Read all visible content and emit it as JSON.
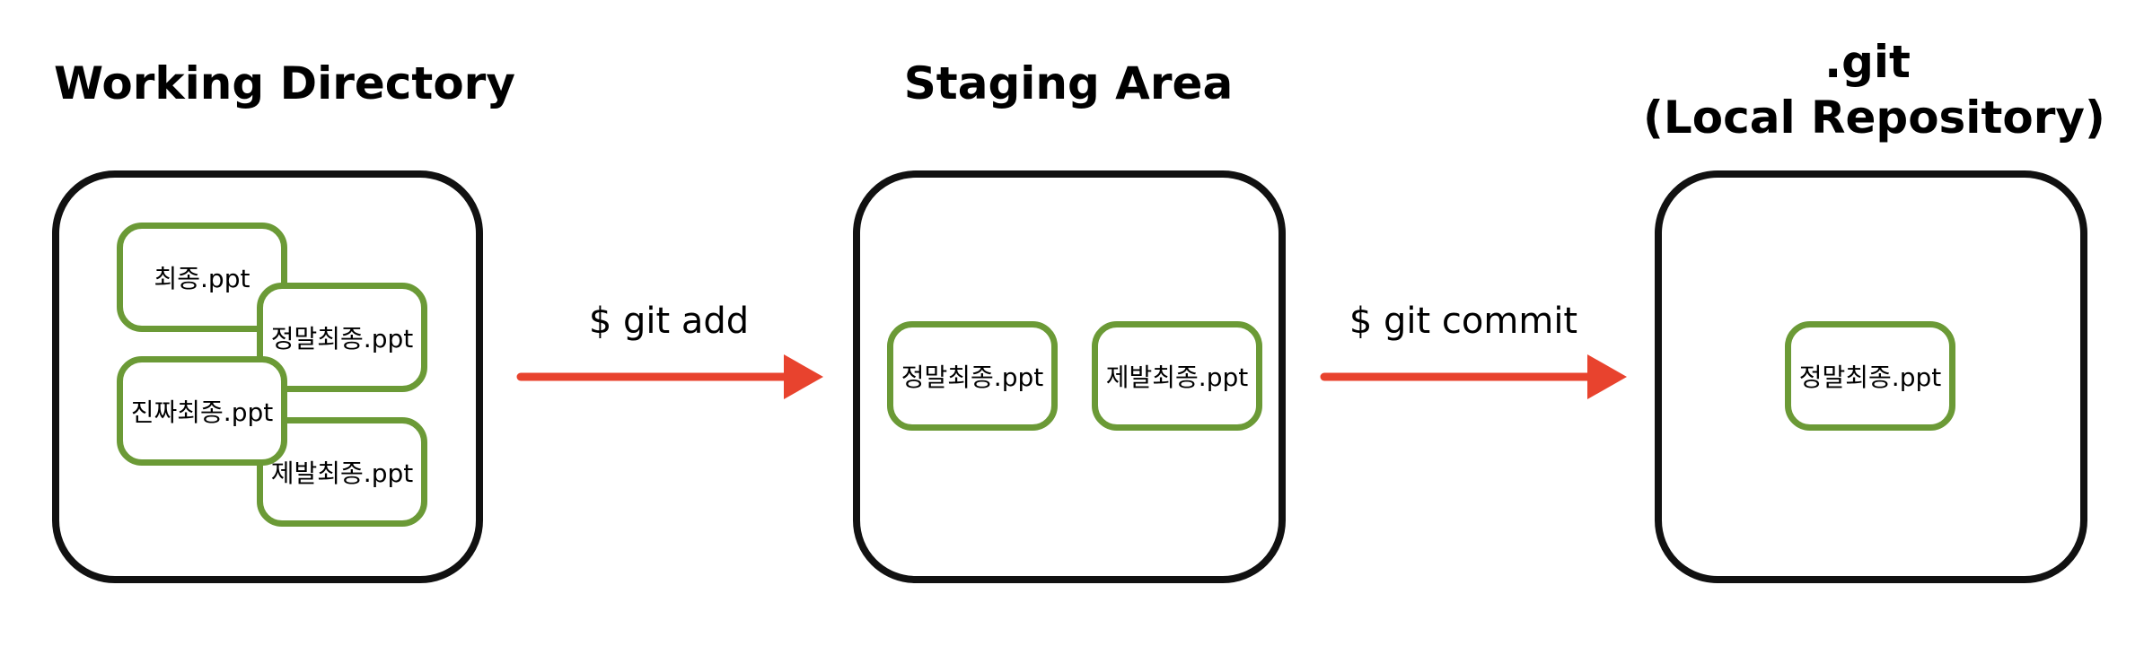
{
  "sections": {
    "working": {
      "title": "Working Directory",
      "files": [
        "최종.ppt",
        "정말최종.ppt",
        "진짜최종.ppt",
        "제발최종.ppt"
      ]
    },
    "staging": {
      "title": "Staging Area",
      "files": [
        "정말최종.ppt",
        "제발최종.ppt"
      ]
    },
    "repository": {
      "title_line1": ".git",
      "title_line2": "(Local Repository)",
      "files": [
        "정말최종.ppt"
      ]
    }
  },
  "commands": {
    "add": "$ git add",
    "commit": "$ git commit"
  },
  "colors": {
    "box_border": "#111111",
    "file_border": "#6b9a36",
    "arrow": "#e8432e"
  }
}
